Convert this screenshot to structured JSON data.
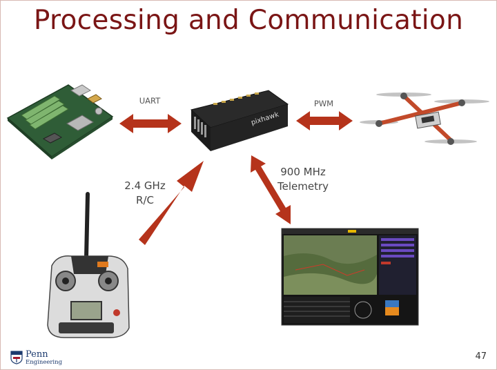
{
  "slide": {
    "title": "Processing and Communication",
    "page_number": "47"
  },
  "links": {
    "uart": "UART",
    "pwm": "PWM",
    "rc_freq": "2.4 GHz",
    "rc_name": "R/C",
    "telemetry_freq": "900 MHz",
    "telemetry_name": "Telemetry"
  },
  "logo": {
    "line1": "Penn",
    "line2": "Engineering"
  },
  "colors": {
    "title": "#7a1515",
    "arrow": "#b5331b"
  }
}
